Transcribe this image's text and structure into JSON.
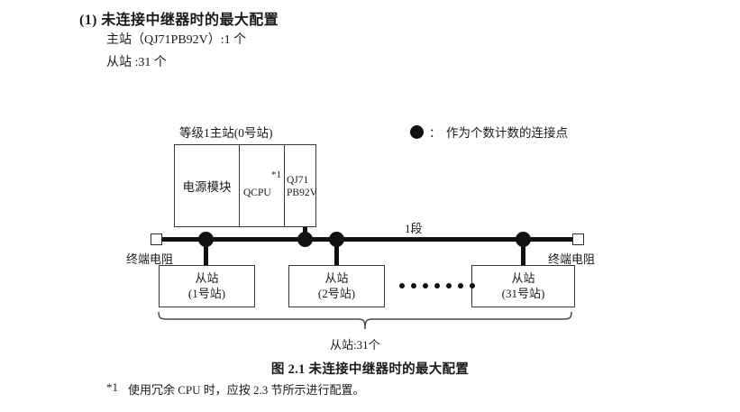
{
  "heading": {
    "title": "(1) 未连接中继器时的最大配置",
    "master_spec": "主站（QJ71PB92V）:1 个",
    "slave_spec": "从站 :31 个"
  },
  "legend": {
    "marker": "filled-circle",
    "separator": "：",
    "text": "作为个数计数的连接点"
  },
  "diagram": {
    "master_label": "等级1主站(0号站)",
    "master_box": {
      "power_module": "电源模块",
      "cpu": "QCPU",
      "cpu_note": "*1",
      "network_module_line1": "QJ71",
      "network_module_line2": "PB92V"
    },
    "segment_label": "1段",
    "terminator_left": "终端电阻",
    "terminator_right": "终端电阻",
    "slaves": [
      {
        "title": "从站",
        "station": "(1号站)"
      },
      {
        "title": "从站",
        "station": "(2号站)"
      },
      {
        "title": "从站",
        "station": "(31号站)"
      }
    ],
    "ellipsis_dots": 7,
    "brace_label": "从站:31个"
  },
  "caption": "图 2.1  未连接中继器时的最大配置",
  "footnote": {
    "marker": "*1",
    "text": "使用冗余 CPU 时，应按 2.3 节所示进行配置。"
  }
}
